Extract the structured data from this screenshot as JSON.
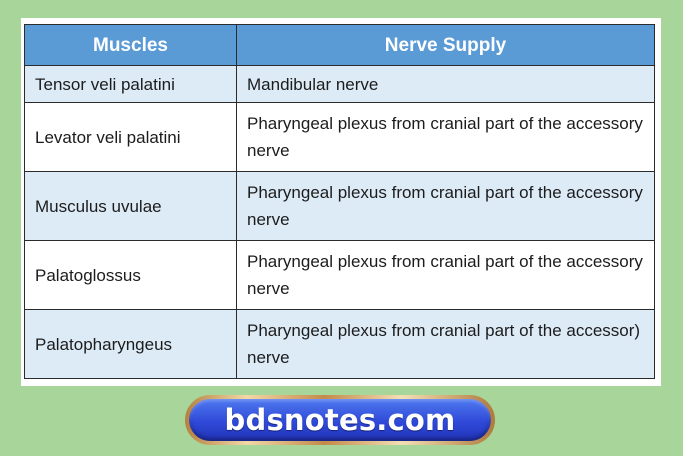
{
  "table": {
    "headers": {
      "muscles": "Muscles",
      "nerve_supply": "Nerve Supply"
    },
    "rows": [
      {
        "muscle": "Tensor veli palatini",
        "nerve": "Mandibular nerve"
      },
      {
        "muscle": "Levator veli palatini",
        "nerve": "Pharyngeal plexus from cranial part of the accessory nerve"
      },
      {
        "muscle": "Musculus uvulae",
        "nerve": "Pharyngeal plexus from cranial part of the accessory nerve"
      },
      {
        "muscle": "Palatoglossus",
        "nerve": "Pharyngeal plexus from cranial part of the accessory nerve"
      },
      {
        "muscle": "Palatopharyngeus",
        "nerve": "Pharyngeal plexus from cranial part of the accessor) nerve"
      }
    ]
  },
  "footer": {
    "site_label": "bdsnotes.com"
  },
  "colors": {
    "background": "#a8d59a",
    "header": "#5b9bd5",
    "row_alt": "#ddebf7",
    "badge_blue": "#2f49d8",
    "badge_gold": "#c48a4a"
  }
}
